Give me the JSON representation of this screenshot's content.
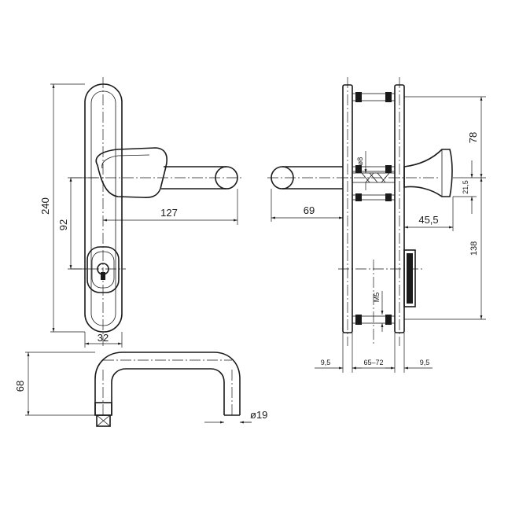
{
  "dimensions": {
    "height_plate": "240",
    "spindle_to_keyhole": "92",
    "handle_length": "127",
    "plate_width": "32",
    "handle_projection_bottom": "68",
    "handle_diameter": "ø19",
    "handle_projection_side": "69",
    "spindle_diameter": "ø8",
    "knob_projection": "45,5",
    "top_to_spindle": "78",
    "knob_offset": "21,5",
    "spindle_to_bottom": "138",
    "screw_thread": "M5",
    "plate_thickness_left": "9,5",
    "door_thickness": "65–72",
    "plate_thickness_right": "9,5"
  }
}
